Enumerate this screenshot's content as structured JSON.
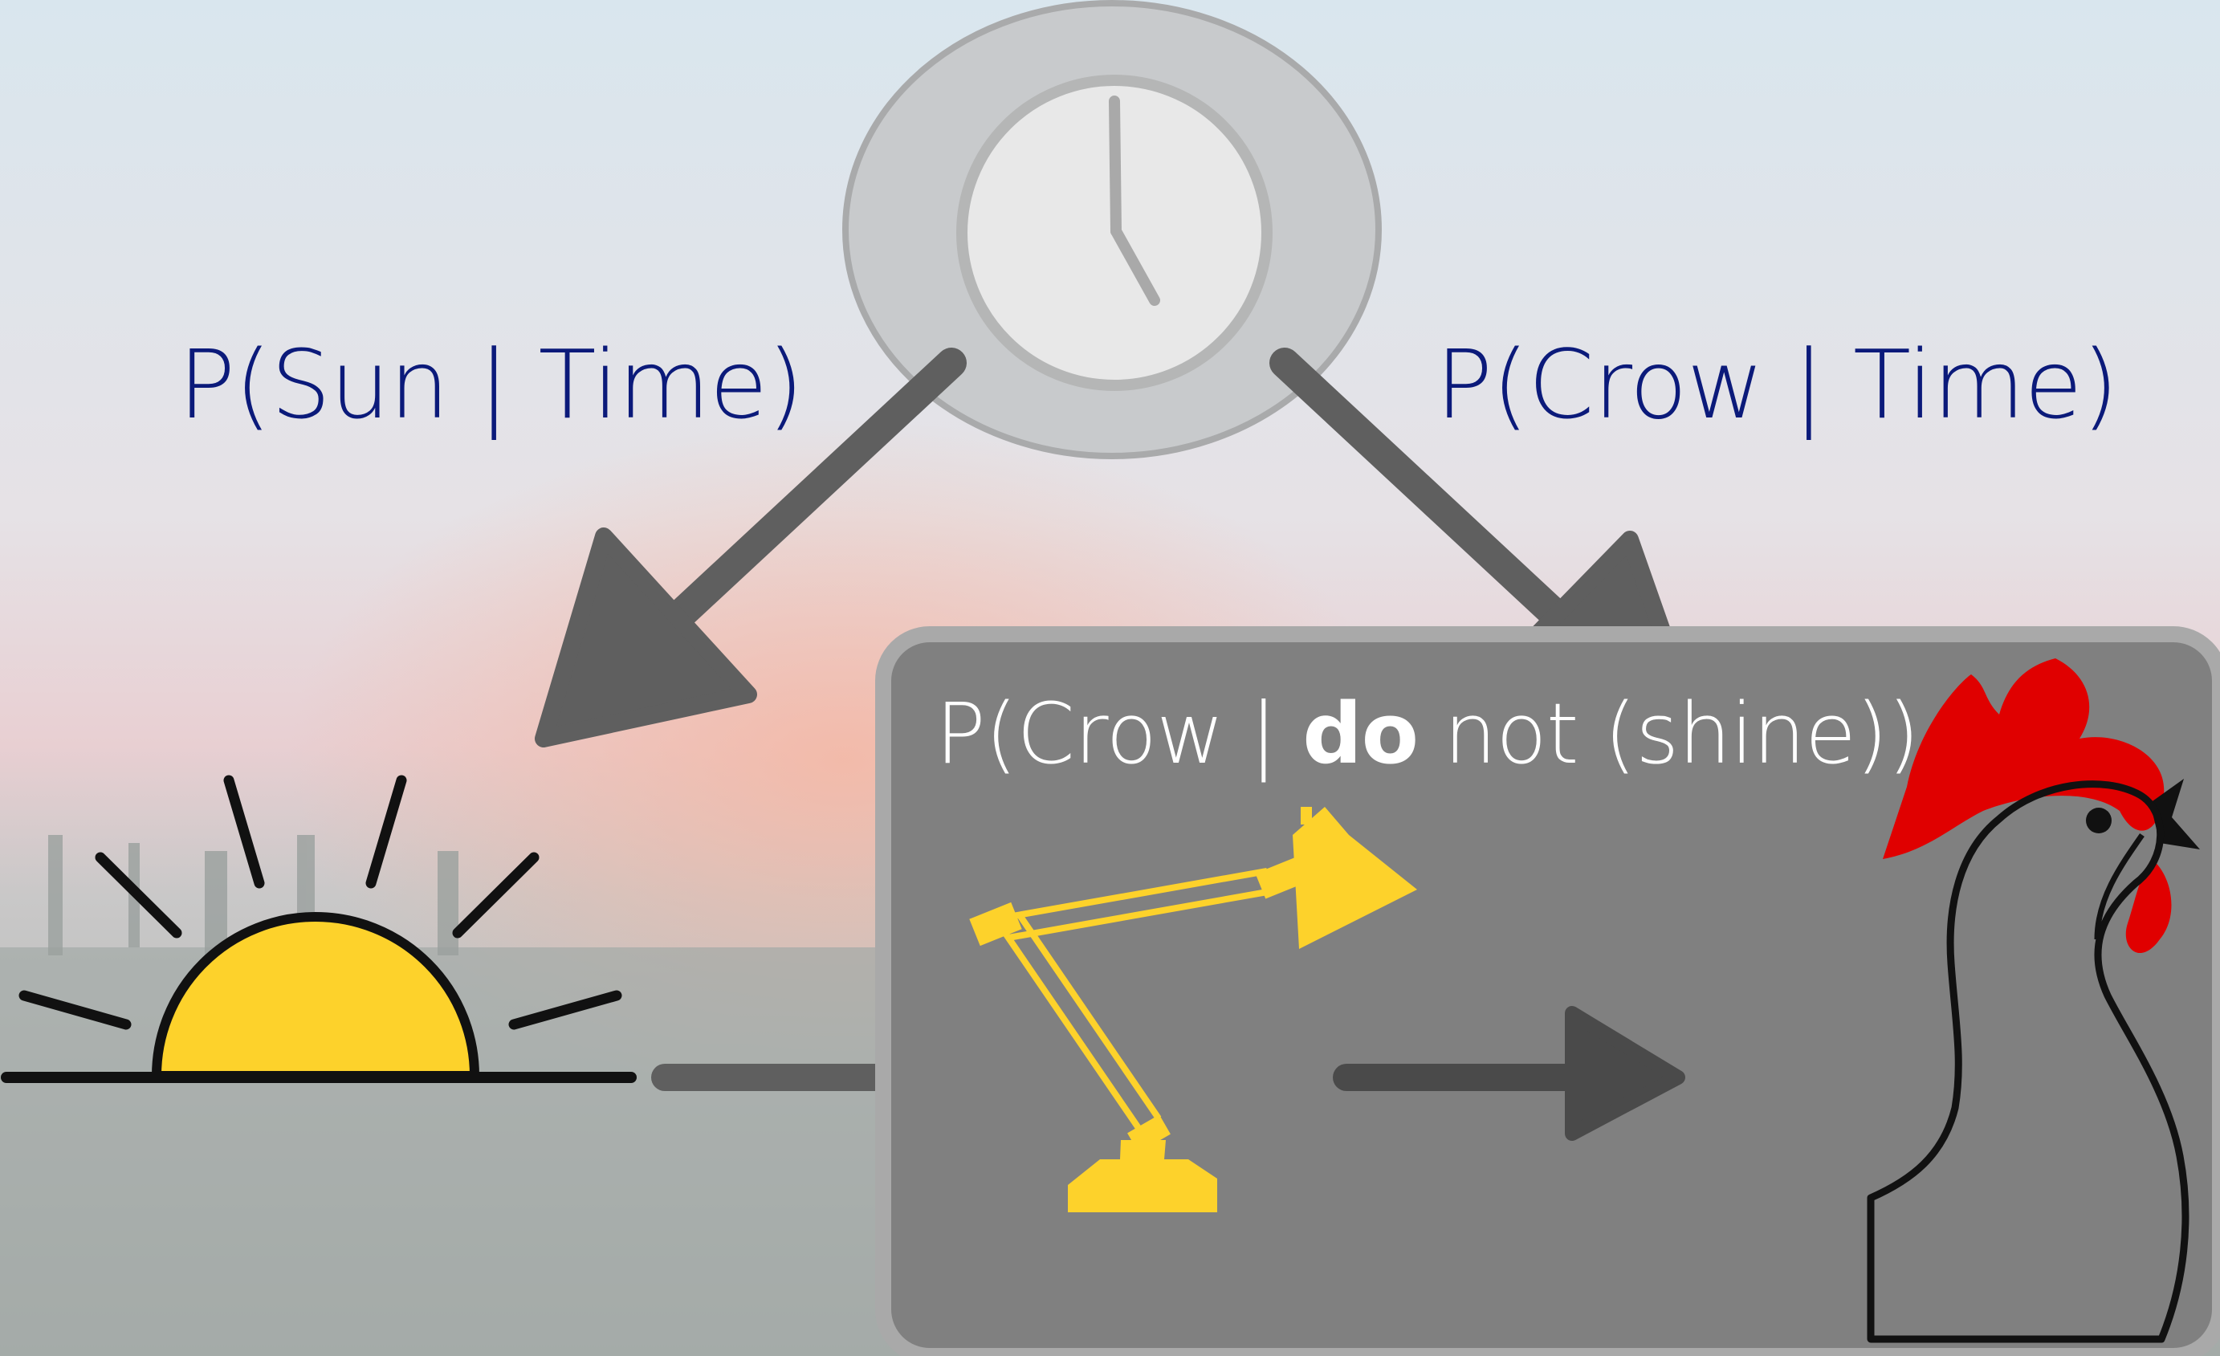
{
  "labels": {
    "sun_given_time": "P(Sun | Time)",
    "crow_given_time": "P(Crow | Time)",
    "intervention": {
      "prefix": "P(Crow | ",
      "do": "do",
      "suffix": " not (shine))"
    }
  },
  "icons": [
    "clock-icon",
    "sunrise-icon",
    "desk-lamp-icon",
    "rooster-icon"
  ],
  "colors": {
    "label_text": "#0b1a7a",
    "arrow": "#5f5f5f",
    "sun_fill": "#fdd22b",
    "lamp": "#fdd22b",
    "rooster_comb": "#e00000",
    "intervention_box": "#808080"
  }
}
